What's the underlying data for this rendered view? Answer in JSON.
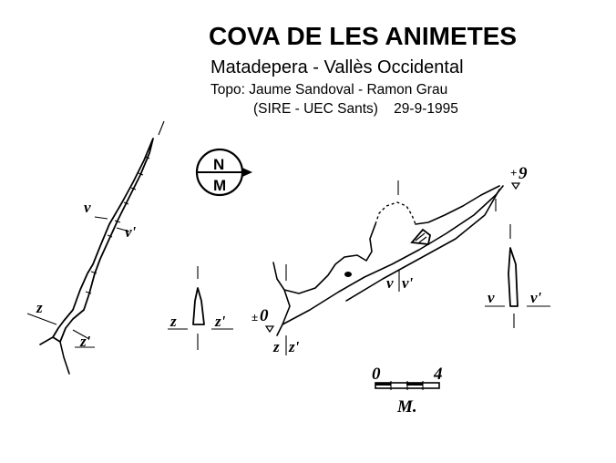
{
  "header": {
    "title": "COVA DE LES ANIMETES",
    "location": "Matadepera - Vallès Occidental",
    "surveyors": "Topo: Jaume Sandoval - Ramon Grau",
    "group_date": "(SIRE - UEC Sants)    29-9-1995"
  },
  "north_arrow": {
    "n": "N",
    "m": "M"
  },
  "plan_view": {
    "section_v_left": "v",
    "section_v_right": "v'",
    "section_z_left": "z",
    "section_z_right": "z'"
  },
  "cross_section_z": {
    "left": "z",
    "right": "z'"
  },
  "profile_view": {
    "depth_start_sign": "±",
    "depth_start": "0",
    "depth_end_sign": "+",
    "depth_end": "9",
    "mark_z": "z",
    "mark_z_prime": "z'",
    "mark_v": "v",
    "mark_v_prime": "v'"
  },
  "cross_section_v": {
    "left": "v",
    "right": "v'"
  },
  "scale_bar": {
    "start": "0",
    "end": "4",
    "unit": "M."
  }
}
